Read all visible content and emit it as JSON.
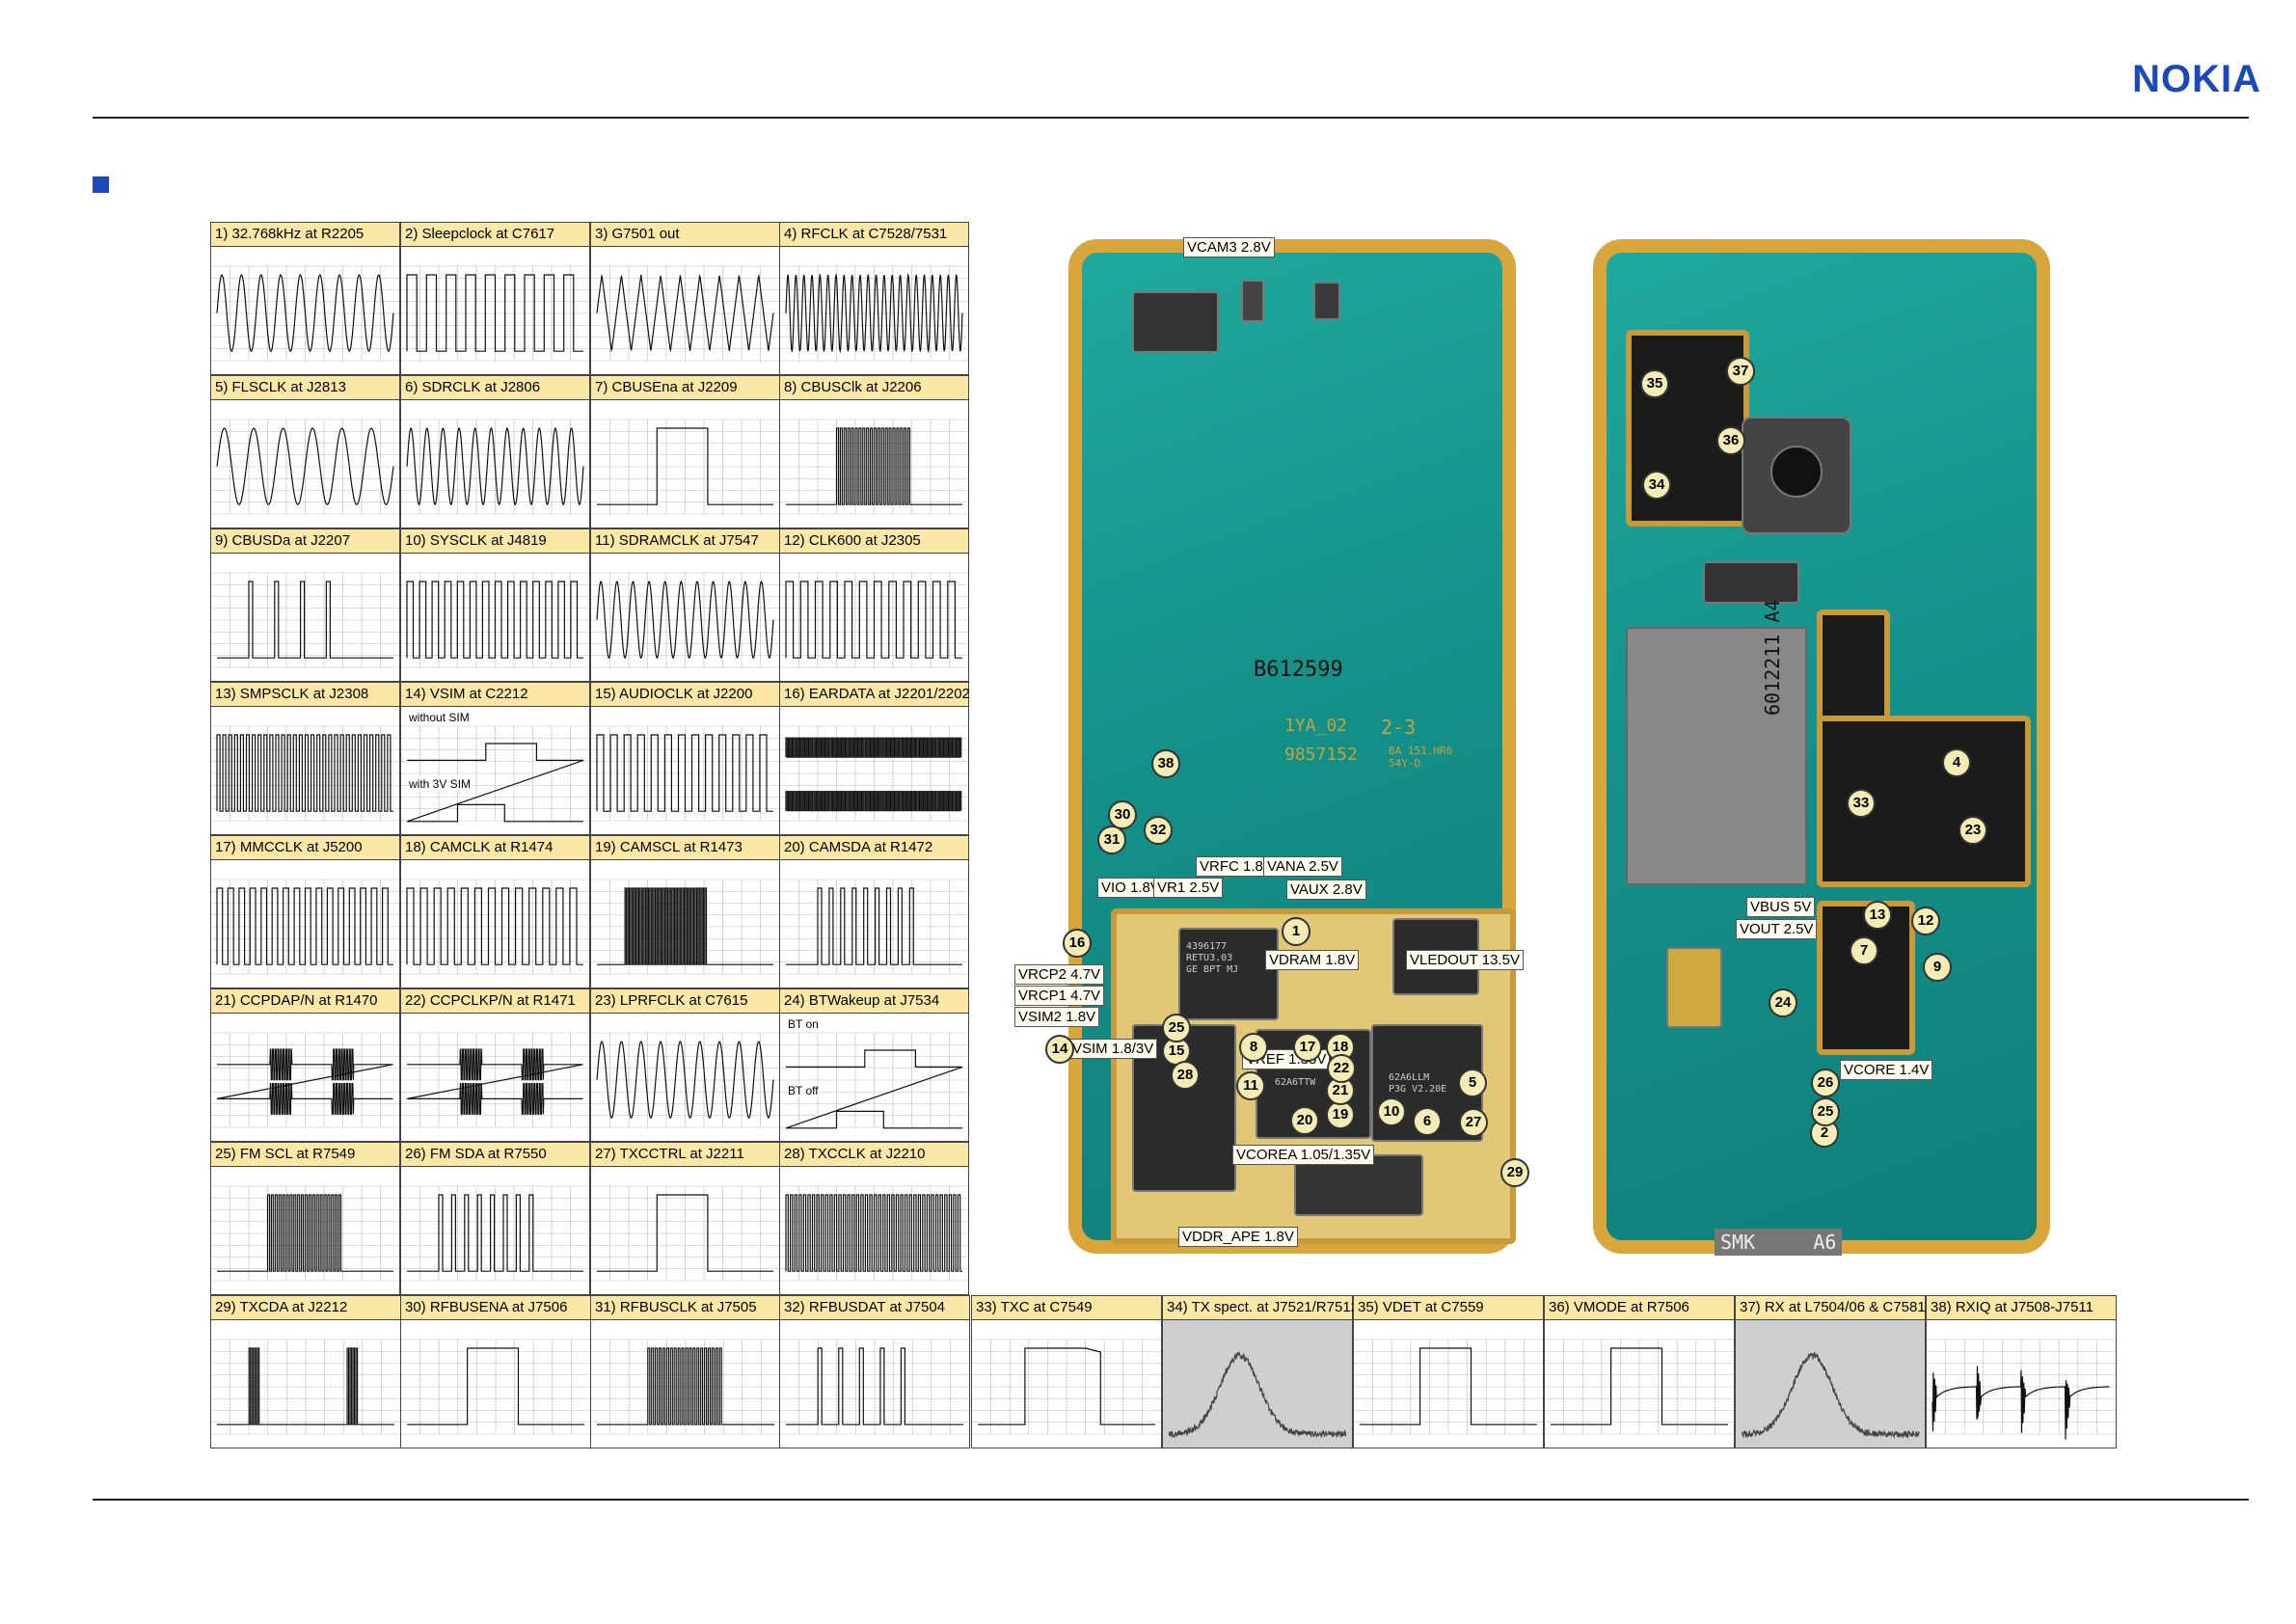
{
  "header": {
    "logo_text": "NOKIA"
  },
  "waveforms": [
    {
      "title": "1) 32.768kHz at R2205",
      "kind": "sine",
      "cycles": 9
    },
    {
      "title": "2) Sleepclock at C7617",
      "kind": "square",
      "cycles": 9
    },
    {
      "title": "3) G7501 out",
      "kind": "tri",
      "cycles": 9
    },
    {
      "title": "4) RFCLK at C7528/7531",
      "kind": "sine",
      "cycles": 22
    },
    {
      "title": "5) FLSCLK at J2813",
      "kind": "sine",
      "cycles": 6
    },
    {
      "title": "6) SDRCLK at J2806",
      "kind": "sine",
      "cycles": 11
    },
    {
      "title": "7) CBUSEna at J2209",
      "kind": "step",
      "cycles": 1
    },
    {
      "title": "8) CBUSClk at J2206",
      "kind": "burst",
      "cycles": 1
    },
    {
      "title": "9) CBUSDa at J2207",
      "kind": "pulses",
      "cycles": 4
    },
    {
      "title": "10) SYSCLK at J4819",
      "kind": "square",
      "cycles": 14
    },
    {
      "title": "11) SDRAMCLK at J7547",
      "kind": "sine",
      "cycles": 11
    },
    {
      "title": "12) CLK600 at J2305",
      "kind": "square",
      "cycles": 12
    },
    {
      "title": "13) SMPSCLK at J2308",
      "kind": "square",
      "cycles": 30
    },
    {
      "title": "14) VSIM at C2212",
      "kind": "sim",
      "cycles": 1
    },
    {
      "title": "15) AUDIOCLK at J2200",
      "kind": "square",
      "cycles": 13
    },
    {
      "title": "16) EARDATA at J2201/2202",
      "kind": "dense2",
      "cycles": 1
    },
    {
      "title": "17) MMCCLK at J5200",
      "kind": "square",
      "cycles": 16
    },
    {
      "title": "18) CAMCLK at R1474",
      "kind": "square",
      "cycles": 13
    },
    {
      "title": "19) CAMSCL at R1473",
      "kind": "burstfull",
      "cycles": 1
    },
    {
      "title": "20) CAMSDA at R1472",
      "kind": "pulses",
      "cycles": 9
    },
    {
      "title": "21) CCPDAP/N at R1470",
      "kind": "diff",
      "cycles": 2
    },
    {
      "title": "22) CCPCLKP/N at R1471",
      "kind": "diff",
      "cycles": 2
    },
    {
      "title": "23) LPRFCLK at C7615",
      "kind": "sine",
      "cycles": 9
    },
    {
      "title": "24) BTWakeup at J7534",
      "kind": "bt",
      "cycles": 1
    },
    {
      "title": "25) FM SCL at R7549",
      "kind": "burst2",
      "cycles": 1
    },
    {
      "title": "26) FM SDA at R7550",
      "kind": "pulses",
      "cycles": 8
    },
    {
      "title": "27) TXCCTRL at J2211",
      "kind": "step2",
      "cycles": 1
    },
    {
      "title": "28) TXCCLK at J2210",
      "kind": "dense",
      "cycles": 1
    },
    {
      "title": "29) TXCDA at J2212",
      "kind": "twoburst",
      "cycles": 1
    },
    {
      "title": "30) RFBUSENA at J7506",
      "kind": "step",
      "cycles": 1
    },
    {
      "title": "31) RFBUSCLK at J7505",
      "kind": "burst",
      "cycles": 1
    },
    {
      "title": "32) RFBUSDAT at J7504",
      "kind": "pulses",
      "cycles": 5
    },
    {
      "title": "33) TXC at C7549",
      "kind": "ramp",
      "cycles": 1
    },
    {
      "title": "34) TX spect. at J7521/R7512",
      "kind": "spectrum",
      "cycles": 1
    },
    {
      "title": "35) VDET at C7559",
      "kind": "step2",
      "cycles": 1
    },
    {
      "title": "36) VMODE at R7506",
      "kind": "step2",
      "cycles": 1
    },
    {
      "title": "37) RX at L7504/06 & C7581/84",
      "kind": "spectrum",
      "cycles": 1
    },
    {
      "title": "38) RXIQ at J7508-J7511",
      "kind": "rxiq",
      "cycles": 1
    }
  ],
  "sim_labels": {
    "without": "without SIM",
    "with": "with 3V SIM"
  },
  "bt_labels": {
    "on": "BT on",
    "off": "BT off"
  },
  "board1": {
    "label_batch": "B612599",
    "label_code1": "1YA_02",
    "label_code2": "9857152",
    "label_rev": "2-3",
    "label_misc": "BA 151.HR6\n54Y-D",
    "voltages": [
      "VCAM3 2.8V",
      "VRFC 1.8V",
      "VANA 2.5V",
      "VIO 1.8V",
      "VR1 2.5V",
      "VAUX 2.8V",
      "VDRAM 1.8V",
      "VLEDOUT 13.5V",
      "VRCP2 4.7V",
      "VRCP1 4.7V",
      "VSIM2 1.8V",
      "VSIM 1.8/3V",
      "VREF 1.35V",
      "VCOREA 1.05/1.35V",
      "VDDR_APE 1.8V"
    ],
    "numbers": [
      "1",
      "5",
      "6",
      "8",
      "10",
      "11",
      "14",
      "15",
      "16",
      "17",
      "18",
      "19",
      "20",
      "21",
      "22",
      "25",
      "27",
      "28",
      "29",
      "30",
      "31",
      "32",
      "38"
    ]
  },
  "board2": {
    "label_code": "6012211 A4",
    "label_conn": "SMK     A6",
    "voltages": [
      "VBUS 5V",
      "VOUT 2.5V",
      "VCORE 1.4V"
    ],
    "numbers": [
      "2",
      "4",
      "7",
      "9",
      "12",
      "13",
      "23",
      "24",
      "25",
      "26",
      "33",
      "34",
      "35",
      "36",
      "37"
    ]
  },
  "colors": {
    "brand": "#1a49b8",
    "pcb": "#15918a",
    "gold": "#d9a63c",
    "title_bg": "#fbe8a6"
  }
}
